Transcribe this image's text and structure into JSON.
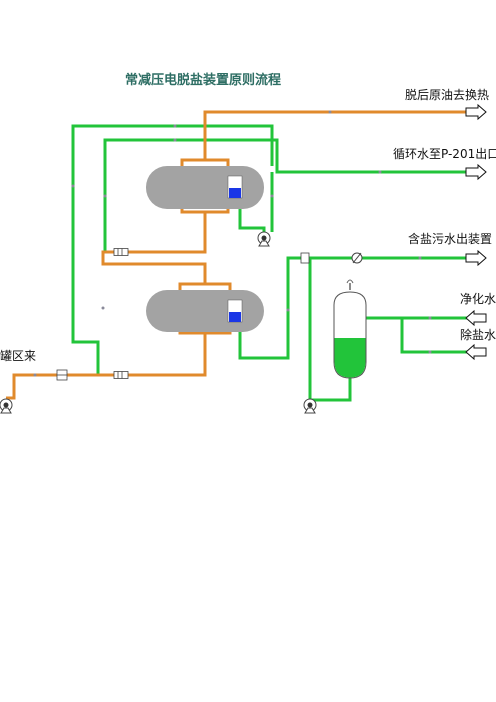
{
  "title": "常减压电脱盐装置原则流程",
  "labels": {
    "outlet_crude": "脱后原油去换热",
    "outlet_circ_water": "循环水至P-201出口",
    "outlet_salt_water": "含盐污水出装置",
    "inlet_purified_water": "净化水",
    "inlet_desalted_water": "除盐水",
    "inlet_tank_area": "罐区来"
  },
  "colors": {
    "title": "#2e6e64",
    "oil_pipe": "#e08a2c",
    "water_pipe": "#22c43a",
    "vessel_body": "#a3a3a3",
    "electrode": "#1a36e6",
    "separator_liquid": "#22c43a"
  },
  "icons": {
    "arrow": "outline-right-arrow",
    "pump": "pump-icon",
    "valve": "valve-icon",
    "mixer": "static-mixer-icon",
    "filter": "filter-icon"
  }
}
